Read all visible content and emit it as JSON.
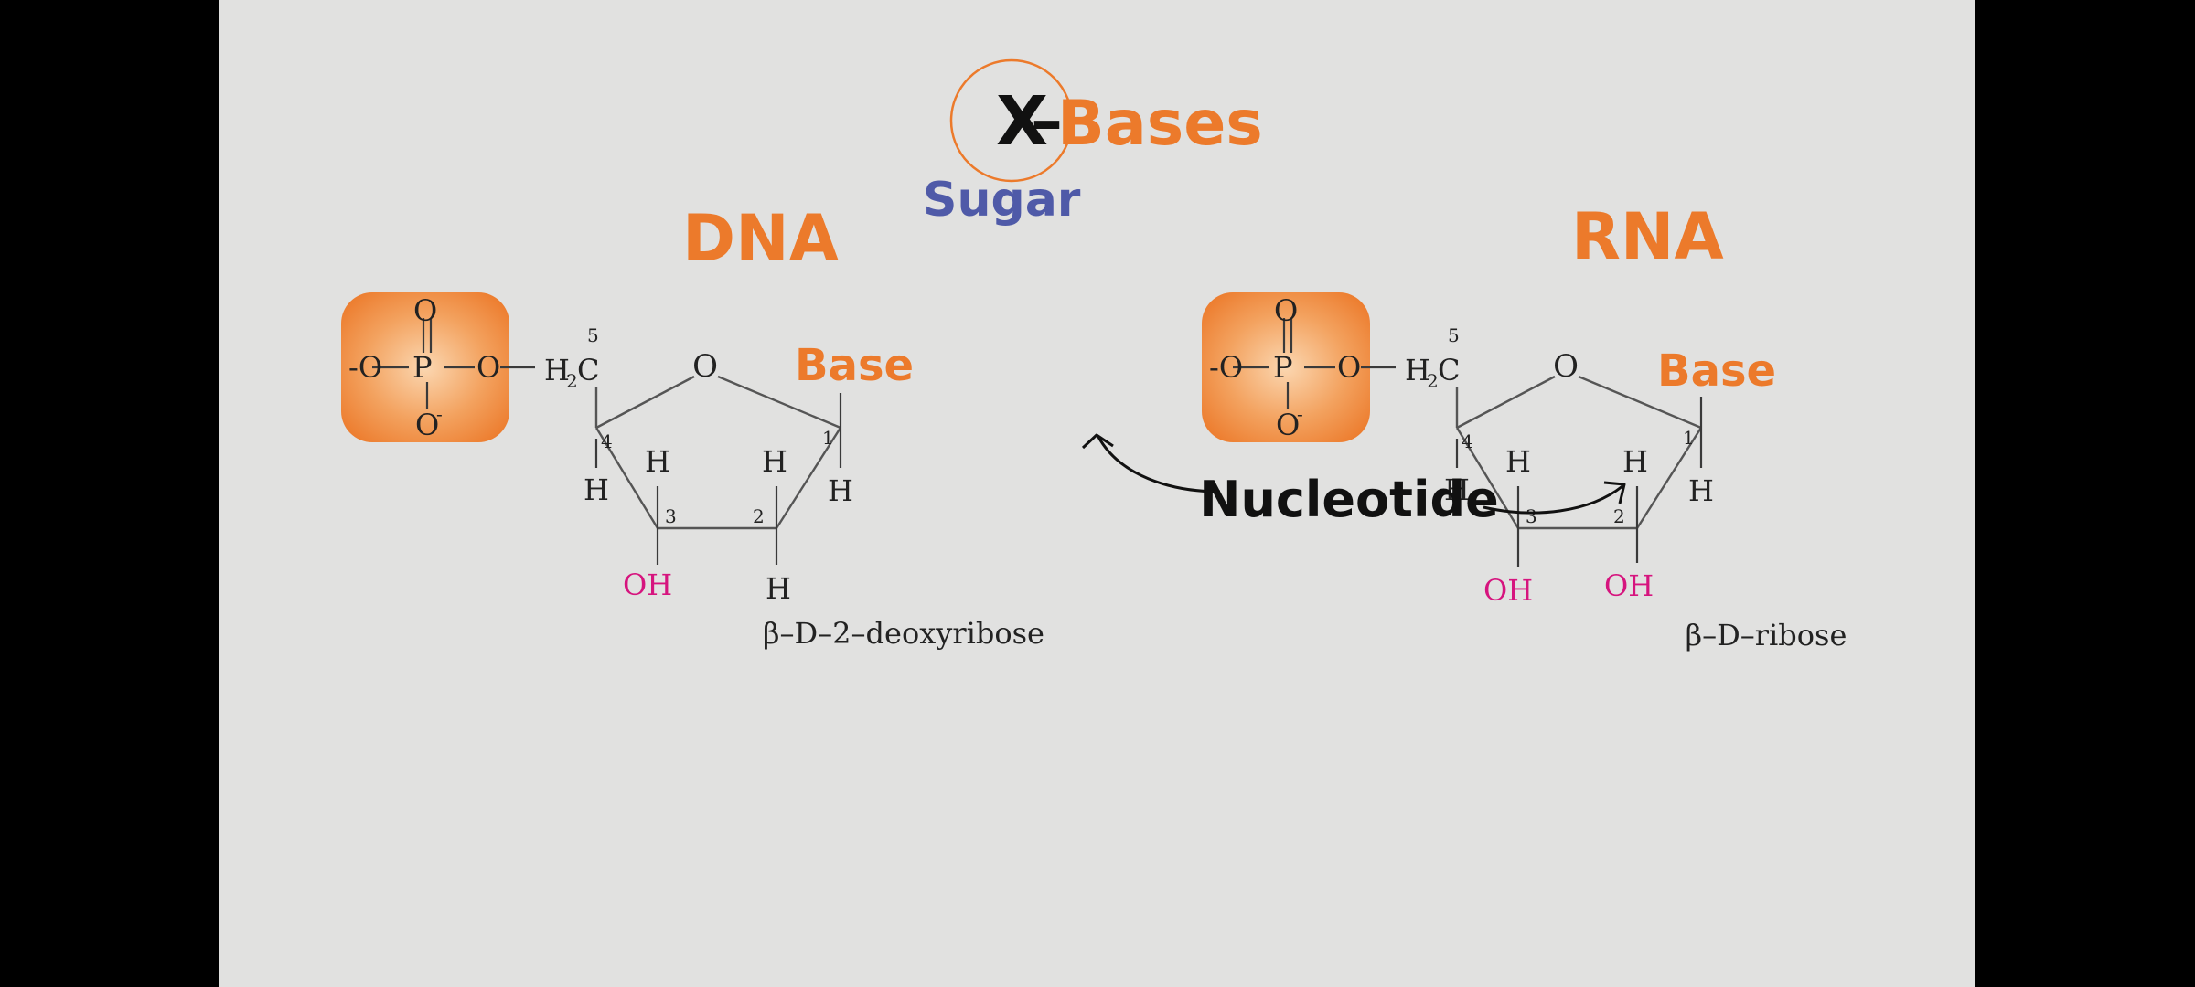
{
  "colors": {
    "background": "#e1e1e0",
    "letterbox": "#000000",
    "accent_orange": "#ec7a2b",
    "sugar_blue": "#4f5aa8",
    "hydroxyl_magenta": "#d6147e",
    "phosphate_fill": "#f3a25f"
  },
  "header": {
    "x_label": "X",
    "dash": "–",
    "bases_label": "Bases",
    "sugar_label": "Sugar"
  },
  "center": {
    "label": "Nucleotide"
  },
  "dna": {
    "title": "DNA",
    "phosphate": {
      "o_top": "O",
      "o_left": "-O",
      "p": "P",
      "o_right": "O",
      "o_bottom": "O",
      "o_bottom_charge": "-"
    },
    "ch2": "H",
    "ch2_sub": "2",
    "ch2_c": "C",
    "num5": "5",
    "num4": "4",
    "num3": "3",
    "num2": "2",
    "num1": "1",
    "ring_o": "O",
    "base": "Base",
    "h4": "H",
    "h3": "H",
    "h2_up": "H",
    "h1": "H",
    "h2_down": "H",
    "oh3": "OH",
    "sugar_name": "β–D–2–deoxyribose"
  },
  "rna": {
    "title": "RNA",
    "phosphate": {
      "o_top": "O",
      "o_left": "-O",
      "p": "P",
      "o_right": "O",
      "o_bottom": "O",
      "o_bottom_charge": "-"
    },
    "ch2": "H",
    "ch2_sub": "2",
    "ch2_c": "C",
    "num5": "5",
    "num4": "4",
    "num3": "3",
    "num2": "2",
    "num1": "1",
    "ring_o": "O",
    "base": "Base",
    "h4": "H",
    "h3": "H",
    "h2_up": "H",
    "h1": "H",
    "oh3": "OH",
    "oh2": "OH",
    "sugar_name": "β–D–ribose"
  }
}
